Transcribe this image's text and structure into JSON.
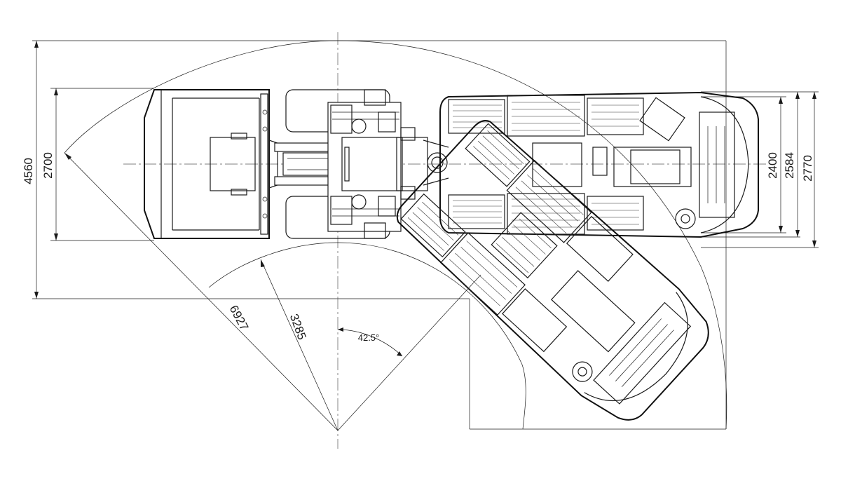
{
  "dimensions": {
    "overall_width": "4560",
    "bucket_width": "2700",
    "track_width_inner": "2400",
    "track_width_mid": "2584",
    "track_width_outer": "2770",
    "max_radius": "6927",
    "min_radius": "3285",
    "articulation_angle": "42.5°"
  },
  "colors": {
    "line": "#1a1a1a",
    "background": "#ffffff"
  }
}
